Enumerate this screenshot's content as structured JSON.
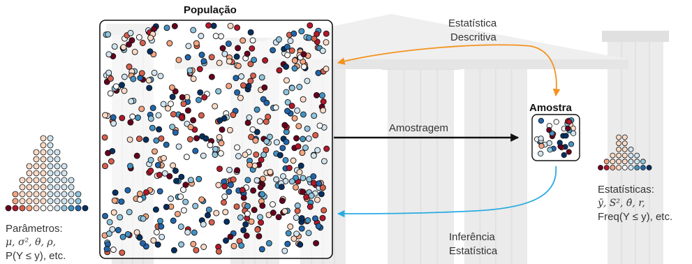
{
  "population": {
    "title": "População"
  },
  "sample": {
    "title": "Amostra"
  },
  "arrows": {
    "descriptive_line1": "Estatística",
    "descriptive_line2": "Descritiva",
    "sampling": "Amostragem",
    "inference_line1": "Inferência",
    "inference_line2": "Estatística"
  },
  "parameters": {
    "heading": "Parâmetros:",
    "line2": "μ, σ², θ, ρ,",
    "line3": "P(Y ≤ y), etc."
  },
  "statistics": {
    "heading": "Estatísticas:",
    "line2": "ȳ, S², θ̂, r,",
    "line3": "Freq(Y ≤ y), etc."
  },
  "colors": {
    "palette": [
      "#67001f",
      "#b2182b",
      "#d6604d",
      "#f4a582",
      "#fddbc7",
      "#f7f7f7",
      "#d1e5f0",
      "#92c5de",
      "#4393c3",
      "#2166ac",
      "#053061"
    ],
    "descriptive_arrow": "#f5921e",
    "sampling_arrow": "#111111",
    "inference_arrow": "#29abe2"
  },
  "population_histogram_counts": [
    1,
    3,
    5,
    7,
    9,
    11,
    11,
    9,
    7,
    5,
    3,
    1
  ],
  "sample_histogram_counts": [
    1,
    2,
    3,
    6,
    6,
    4,
    3,
    2,
    1
  ]
}
